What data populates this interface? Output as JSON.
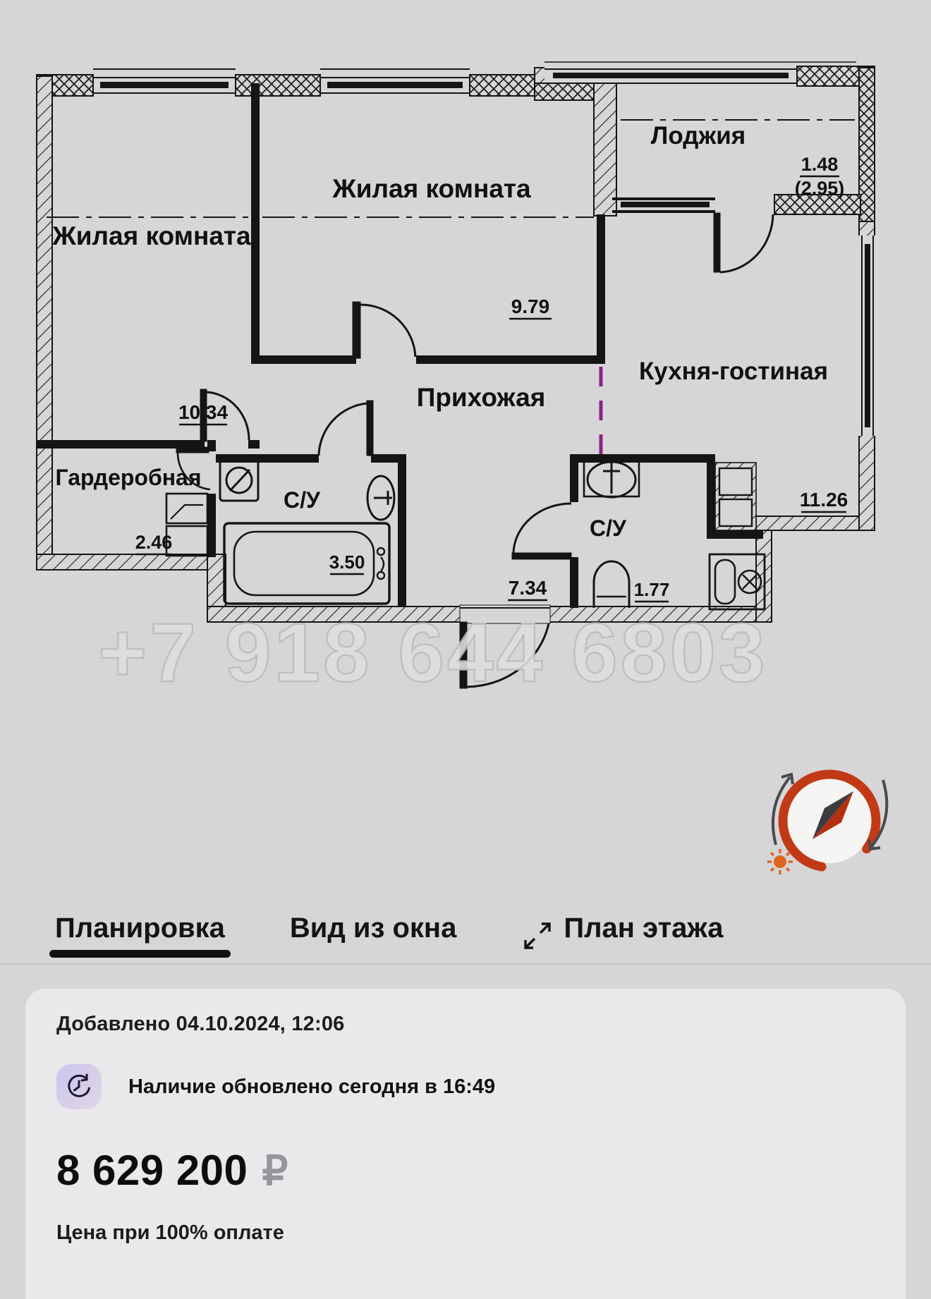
{
  "floor_plan": {
    "rooms": [
      {
        "name": "Жилая комната",
        "area": "10.34"
      },
      {
        "name": "Жилая комната",
        "area": "9.79"
      },
      {
        "name": "Лоджия",
        "area": "1.48",
        "area_full": "(2.95)"
      },
      {
        "name": "Кухня-гостиная",
        "area": "11.26"
      },
      {
        "name": "Прихожая",
        "area": "7.34"
      },
      {
        "name": "Гардеробная",
        "area": "2.46"
      },
      {
        "name": "С/У",
        "area": "3.50"
      },
      {
        "name": "С/У",
        "area": "1.77"
      }
    ],
    "watermark": "+7 918 644 6803"
  },
  "tabs": [
    {
      "label": "Планировка",
      "active": true
    },
    {
      "label": "Вид из окна",
      "active": false
    },
    {
      "label": "План этажа",
      "active": false,
      "icon": "expand-icon"
    }
  ],
  "listing": {
    "added": "Добавлено 04.10.2024, 12:06",
    "availability": "Наличие обновлено сегодня в 16:49",
    "price": "8 629 200",
    "currency": "₽",
    "price_note": "Цена при 100% оплате"
  },
  "colors": {
    "background": "#d6d6d8",
    "card": "#e9e9eb",
    "wall": "#151515",
    "zone_dash": "#8b2383",
    "compass_arc": "#c23a15",
    "compass_sun": "#e2641c",
    "ruble_gray": "#96969a",
    "active_underline": "#111111"
  }
}
